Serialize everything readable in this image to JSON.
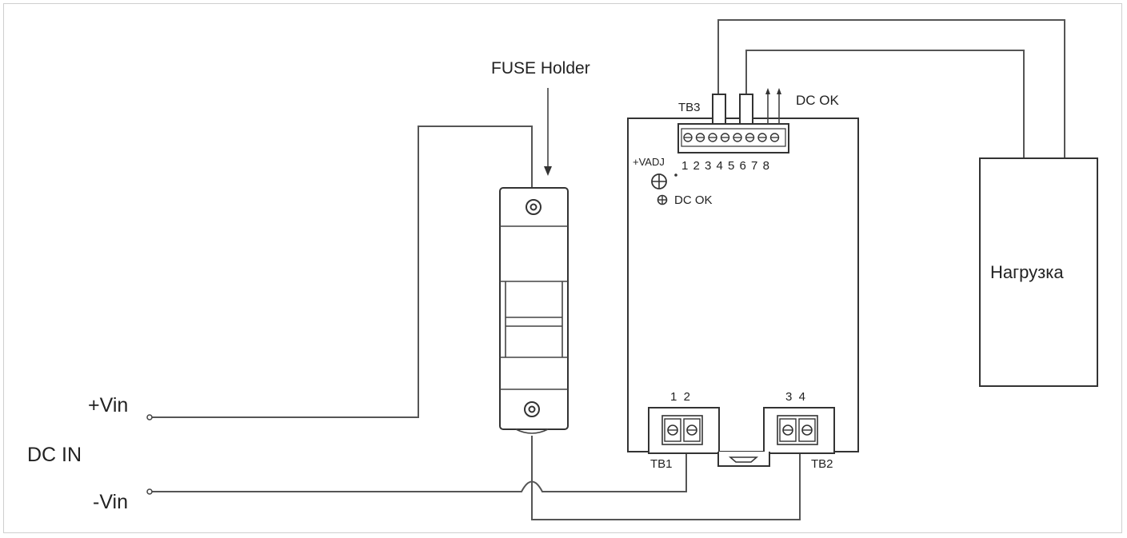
{
  "labels": {
    "fuse_holder": "FUSE Holder",
    "plus_vin": "+Vin",
    "minus_vin": "-Vin",
    "dc_in": "DC IN",
    "tb3": "TB3",
    "tb1": "TB1",
    "tb2": "TB2",
    "dc_ok_top": "DC OK",
    "dc_ok_led": "DC OK",
    "vadj": "+VADJ",
    "load": "Нагрузка",
    "tb3_pins": "1 2 3 4 5 6 7 8",
    "tb1_pins": "1  2",
    "tb2_pins": "3  4"
  }
}
